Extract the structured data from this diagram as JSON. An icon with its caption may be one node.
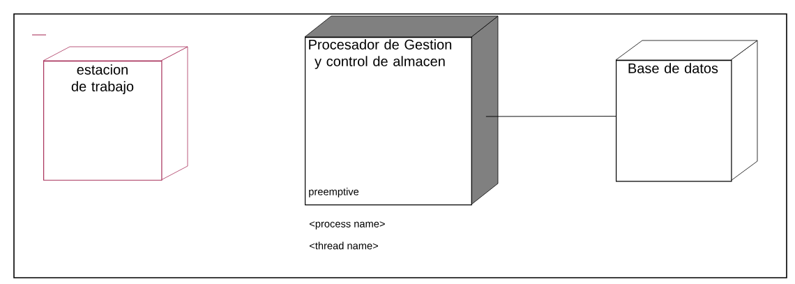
{
  "diagram": {
    "nodes": [
      {
        "text": [
          "estacion de trabajo"
        ]
      },
      {
        "text": [
          "Procesador de Gestion y control de almacen",
          "preemptive"
        ],
        "beside": [
          "<process name>",
          "<thread name>"
        ]
      },
      {
        "text": [
          "Base de datos"
        ]
      }
    ],
    "edges": [
      {
        "from": 1,
        "to": 2,
        "arrow": "none"
      }
    ]
  }
}
